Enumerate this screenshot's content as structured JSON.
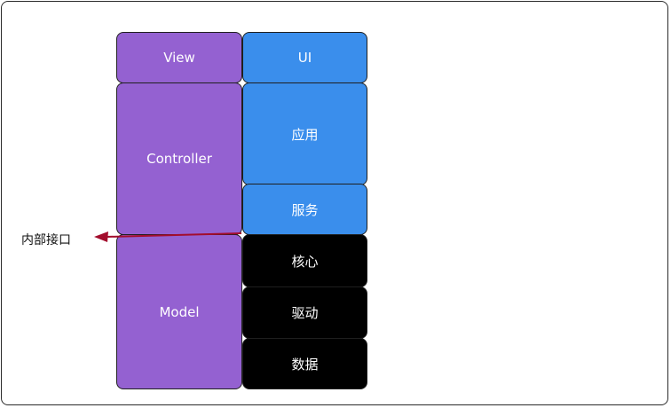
{
  "mvc": {
    "view": "View",
    "controller": "Controller",
    "model": "Model"
  },
  "layers": {
    "ui": "UI",
    "app": "应用",
    "service": "服务",
    "core": "核心",
    "driver": "驱动",
    "data": "数据"
  },
  "annotation": {
    "internal_interface": "内部接口"
  },
  "colors": {
    "mvc": "#9461d1",
    "upper_layers": "#3a8eec",
    "lower_layers": "#000000",
    "arrow": "#a30d2d"
  }
}
